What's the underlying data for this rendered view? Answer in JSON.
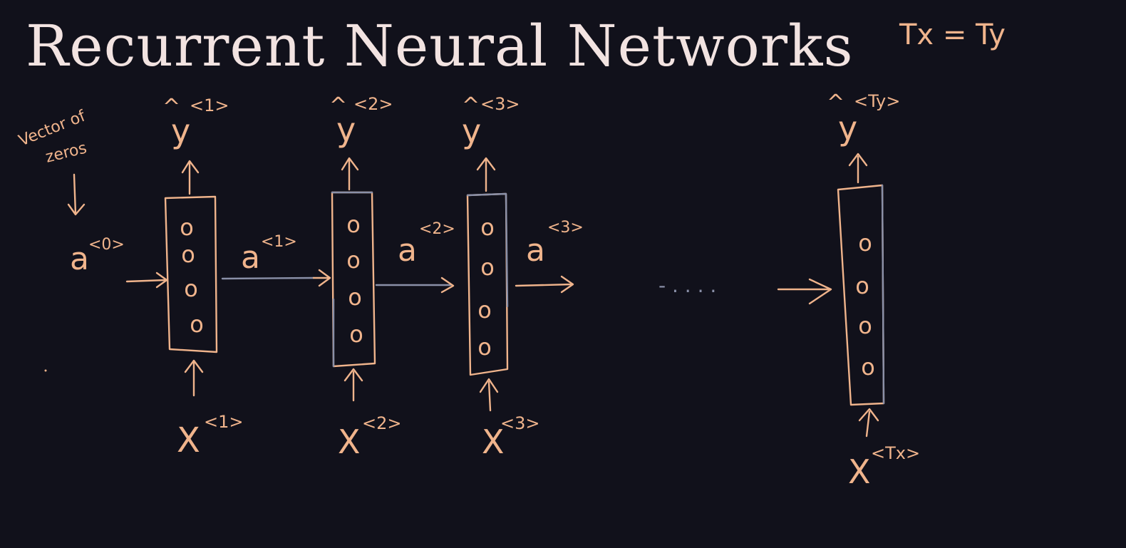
{
  "title": "Recurrent Neural Networks",
  "annotation_top_right": "Tx = Ty",
  "note_vector_of_zeros": [
    "Vector of",
    "zeros"
  ],
  "initial_activation": {
    "base": "a",
    "sup": "<0>"
  },
  "colors": {
    "background": "#11111b",
    "title": "#f2e3e1",
    "ink_peach": "#f0b48c",
    "ink_grey": "#8a90a8"
  },
  "cells": [
    {
      "output": {
        "base": "y",
        "hat": "^",
        "sup": "<1>"
      },
      "input": {
        "base": "X",
        "sup": "<1>"
      },
      "activation_out": {
        "base": "a",
        "sup": "<1>"
      },
      "units": [
        "o",
        "o",
        "o",
        "o"
      ]
    },
    {
      "output": {
        "base": "y",
        "hat": "^",
        "sup": "<2>"
      },
      "input": {
        "base": "X",
        "sup": "<2>"
      },
      "activation_out": {
        "base": "a",
        "sup": "<2>"
      },
      "units": [
        "o",
        "o",
        "o",
        "o"
      ]
    },
    {
      "output": {
        "base": "y",
        "hat": "^",
        "sup": "<3>"
      },
      "input": {
        "base": "X",
        "sup": "<3>"
      },
      "activation_out": {
        "base": "a",
        "sup": "<3>"
      },
      "units": [
        "o",
        "o",
        "o",
        "o"
      ]
    },
    {
      "output": {
        "base": "y",
        "hat": "^",
        "sup": "<Ty>"
      },
      "input": {
        "base": "X",
        "sup": "<Tx>"
      },
      "activation_out": null,
      "units": [
        "o",
        "o",
        "o",
        "o"
      ]
    }
  ],
  "ellipsis": "- . . . ."
}
